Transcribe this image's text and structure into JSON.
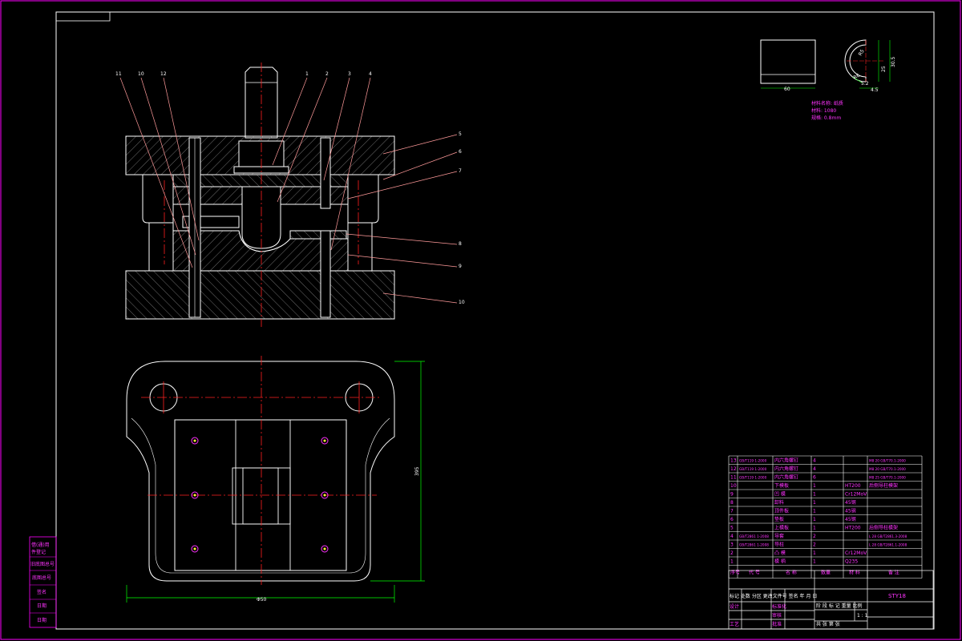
{
  "colors": {
    "background": "#000000",
    "frame": "#ff00ff",
    "outline": "#ffffff",
    "centerline": "#ff2020",
    "leader": "#ff9a9a",
    "dimension": "#00ff00",
    "tableText": "#ff33ff"
  },
  "leaders": {
    "top": [
      "11",
      "10",
      "12",
      "1",
      "2",
      "3",
      "4"
    ],
    "right": [
      "5",
      "6",
      "7",
      "8",
      "9",
      "10"
    ]
  },
  "dimensions": {
    "plan_width": "Φ50",
    "plan_height": "395",
    "part_width": "60",
    "part_r1": "R5",
    "part_r2": "R6",
    "part_h1": "25",
    "part_h2": "30.5",
    "part_b1": "5.2",
    "part_b2": "4.5"
  },
  "part_notes": [
    "材料名称: 纸质",
    "材料: 1080",
    "规格: 0.8mm"
  ],
  "left_strip": [
    "借(通)用",
    "件登记",
    "旧底图总号",
    "底图总号",
    "签名",
    "日期",
    "日期"
  ],
  "parts": [
    {
      "no": "13",
      "std": "GB/T119 1-2000",
      "name": "内六角螺钉",
      "qty": "4",
      "mat": "",
      "note": "M8 20 GB/T70.1-2000"
    },
    {
      "no": "12",
      "std": "GB/T119 1-2000",
      "name": "内六角螺钉",
      "qty": "4",
      "mat": "",
      "note": "M8 20 GB/T70.1-2000"
    },
    {
      "no": "11",
      "std": "GB/T119 1-2000",
      "name": "内六角螺钉",
      "qty": "6",
      "mat": "",
      "note": "M8 25 GB/T70.1-2000"
    },
    {
      "no": "10",
      "std": "",
      "name": "下模板",
      "qty": "1",
      "mat": "HT200",
      "note": "后侧导柱模架"
    },
    {
      "no": "9",
      "std": "",
      "name": "凹 模",
      "qty": "1",
      "mat": "Cr12MoV",
      "note": ""
    },
    {
      "no": "8",
      "std": "",
      "name": "卸料",
      "qty": "1",
      "mat": "45钢",
      "note": ""
    },
    {
      "no": "7",
      "std": "",
      "name": "顶件板",
      "qty": "1",
      "mat": "45钢",
      "note": ""
    },
    {
      "no": "6",
      "std": "",
      "name": "垫板",
      "qty": "1",
      "mat": "45钢",
      "note": ""
    },
    {
      "no": "5",
      "std": "",
      "name": "上模板",
      "qty": "1",
      "mat": "HT200",
      "note": "后侧导柱模架"
    },
    {
      "no": "4",
      "std": "GB/T2861 1-2008",
      "name": "导套",
      "qty": "2",
      "mat": "",
      "note": "L 28 GB/T2861.3-2008"
    },
    {
      "no": "3",
      "std": "GB/T2861 1-2008",
      "name": "导柱",
      "qty": "2",
      "mat": "",
      "note": "L 28 GB/T2861.1-2008"
    },
    {
      "no": "2",
      "std": "",
      "name": "凸 模",
      "qty": "1",
      "mat": "Cr12MoV",
      "note": ""
    },
    {
      "no": "1",
      "std": "",
      "name": "模 柄",
      "qty": "1",
      "mat": "Q235",
      "note": ""
    }
  ],
  "table_header": [
    "序号",
    "代 号",
    "名 称",
    "数量",
    "材 料",
    "备 注"
  ],
  "title_block": {
    "revision_row": "标记 处数 分区 更改文件号 签名 年 月 日",
    "designer": "设计",
    "standardize": "标准化",
    "review": "审核",
    "craft": "工艺",
    "approve": "批准",
    "stage_row": "阶 段 标 记 重量 比例",
    "scale": "1 : 1",
    "sheet_row": "共 张 第 张",
    "drawing_no": "STY18"
  }
}
